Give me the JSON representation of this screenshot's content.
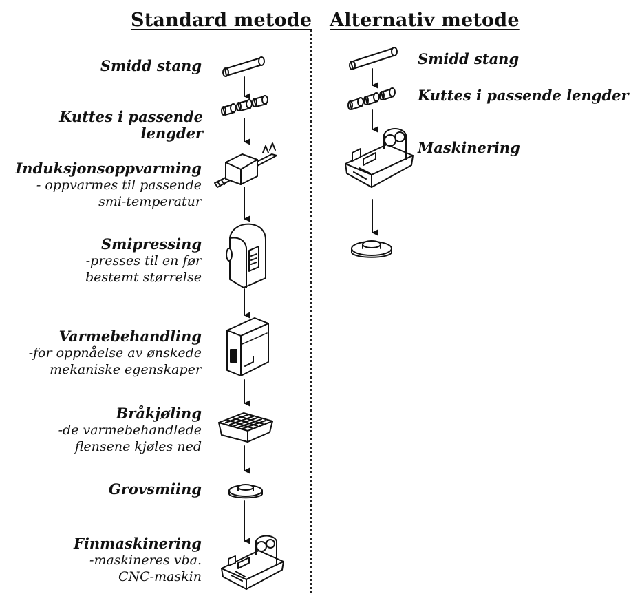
{
  "standard": {
    "header": "Standard metode",
    "steps": [
      {
        "title": "Smidd stang",
        "desc": []
      },
      {
        "title": "Kuttes i passende lengder",
        "desc": []
      },
      {
        "title": "Induksjonsoppvarming",
        "desc": [
          "- oppvarmes til passende",
          "smi-temperatur"
        ]
      },
      {
        "title": "Smipressing",
        "desc": [
          "-presses til en før",
          "bestemt størrelse"
        ]
      },
      {
        "title": "Varmebehandling",
        "desc": [
          "-for oppnåelse av ønskede",
          "mekaniske egenskaper"
        ]
      },
      {
        "title": "Bråkjøling",
        "desc": [
          "-de varmebehandlede",
          "flensene kjøles ned"
        ]
      },
      {
        "title": "Grovsmiing",
        "desc": []
      },
      {
        "title": "Finmaskinering",
        "desc": [
          "-maskineres vba.",
          "CNC-maskin"
        ]
      }
    ]
  },
  "alternative": {
    "header": "Alternativ metode",
    "steps": [
      {
        "title": "Smidd stang"
      },
      {
        "title": "Kuttes i passende lengder"
      },
      {
        "title": "Maskinering"
      }
    ]
  },
  "icons": [
    "bar-icon",
    "cut-pieces-icon",
    "induction-heater-icon",
    "forging-press-icon",
    "heat-treatment-oven-icon",
    "quench-tank-icon",
    "flange-icon",
    "cnc-machine-icon"
  ]
}
